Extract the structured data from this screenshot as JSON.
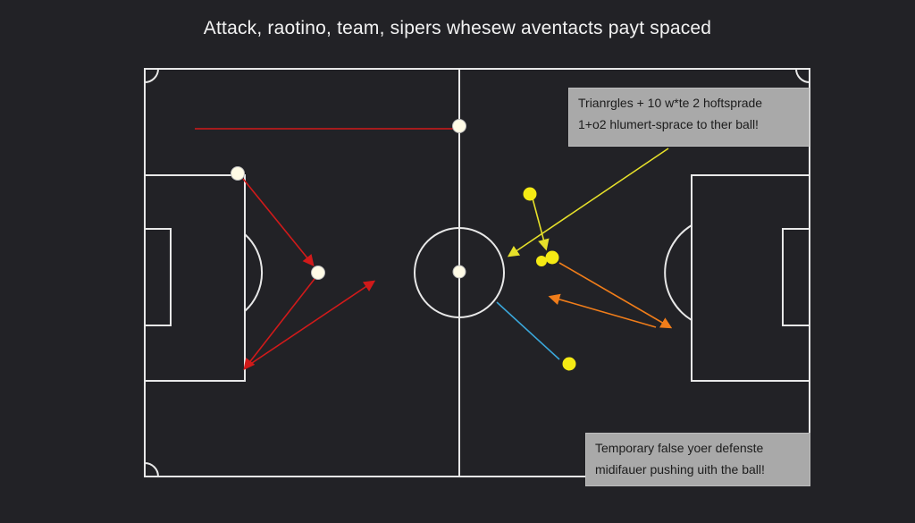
{
  "title": "Attack, raotino, team, sipers whesew aventacts payt spaced",
  "annotations": {
    "top": {
      "line1": "Trianrgles + 10 w*te 2 hoftsprade",
      "line2": "1+o2 hlumert-sprace to ther ball!"
    },
    "bottom": {
      "line1": "Temporary false yoer defenste",
      "line2": "midifauer pushing uith the ball!"
    }
  },
  "colors": {
    "background": "#222226",
    "pitch_lines": "#e8e8e8",
    "white_player": "#fffbe6",
    "yellow_player": "#f5ea14",
    "red_arrow": "#d11a1a",
    "yellow_arrow": "#e6e02a",
    "orange_arrow": "#f07d1a",
    "blue_arrow": "#3aa6d9"
  },
  "legend": "none"
}
